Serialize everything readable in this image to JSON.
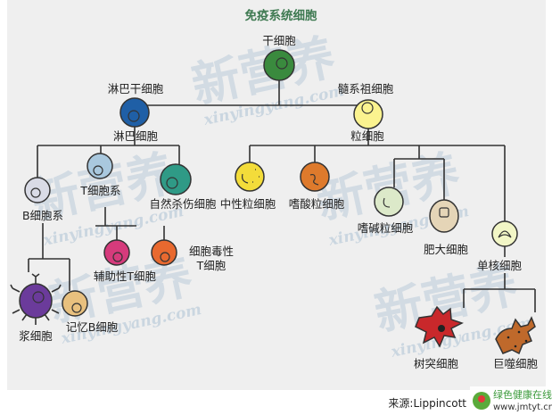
{
  "title": "免疫系统细胞",
  "watermark": {
    "brand": "新营养",
    "url": "xinyingyang.com"
  },
  "cells": {
    "stem": "干细胞",
    "lymphoid_stem": "淋巴干细胞",
    "lymphocyte": "淋巴细胞",
    "myeloid_progenitor": "髓系祖细胞",
    "granulocyte": "粒细胞",
    "b_lineage": "B细胞系",
    "t_lineage": "T细胞系",
    "nk": "自然杀伤细胞",
    "neutrophil": "中性粒细胞",
    "eosinophil": "嗜酸粒细胞",
    "basophil": "嗜碱粒细胞",
    "mast": "肥大细胞",
    "monocyte": "单核细胞",
    "helper_t": "辅助性T细胞",
    "cytotoxic_t_1": "细胞毒性",
    "cytotoxic_t_2": "T细胞",
    "plasma": "浆细胞",
    "memory_b": "记忆B细胞",
    "dendritic": "树突细胞",
    "macrophage": "巨噬细胞"
  },
  "colors": {
    "stem": "#3a8a3e",
    "lymphoid": "#1f5fa6",
    "myeloid": "#fbf38f",
    "b": "#d9dbe6",
    "t": "#a9c8de",
    "nk": "#2f9a86",
    "neutrophil": "#f3dc3a",
    "eosinophil": "#de7a2c",
    "basophil": "#dce9c9",
    "mast": "#e5d5b7",
    "monocyte": "#f2f6c6",
    "helper": "#d63b7c",
    "cytotoxic": "#e8692f",
    "plasma": "#6b3b9b",
    "memory": "#e8c07e",
    "dendritic": "#c9282b",
    "macrophage": "#bf692b"
  },
  "footer": {
    "source": "来源:Lippincott",
    "logo_name": "绿色健康在线",
    "logo_url": "www.jmtyt.cn"
  }
}
